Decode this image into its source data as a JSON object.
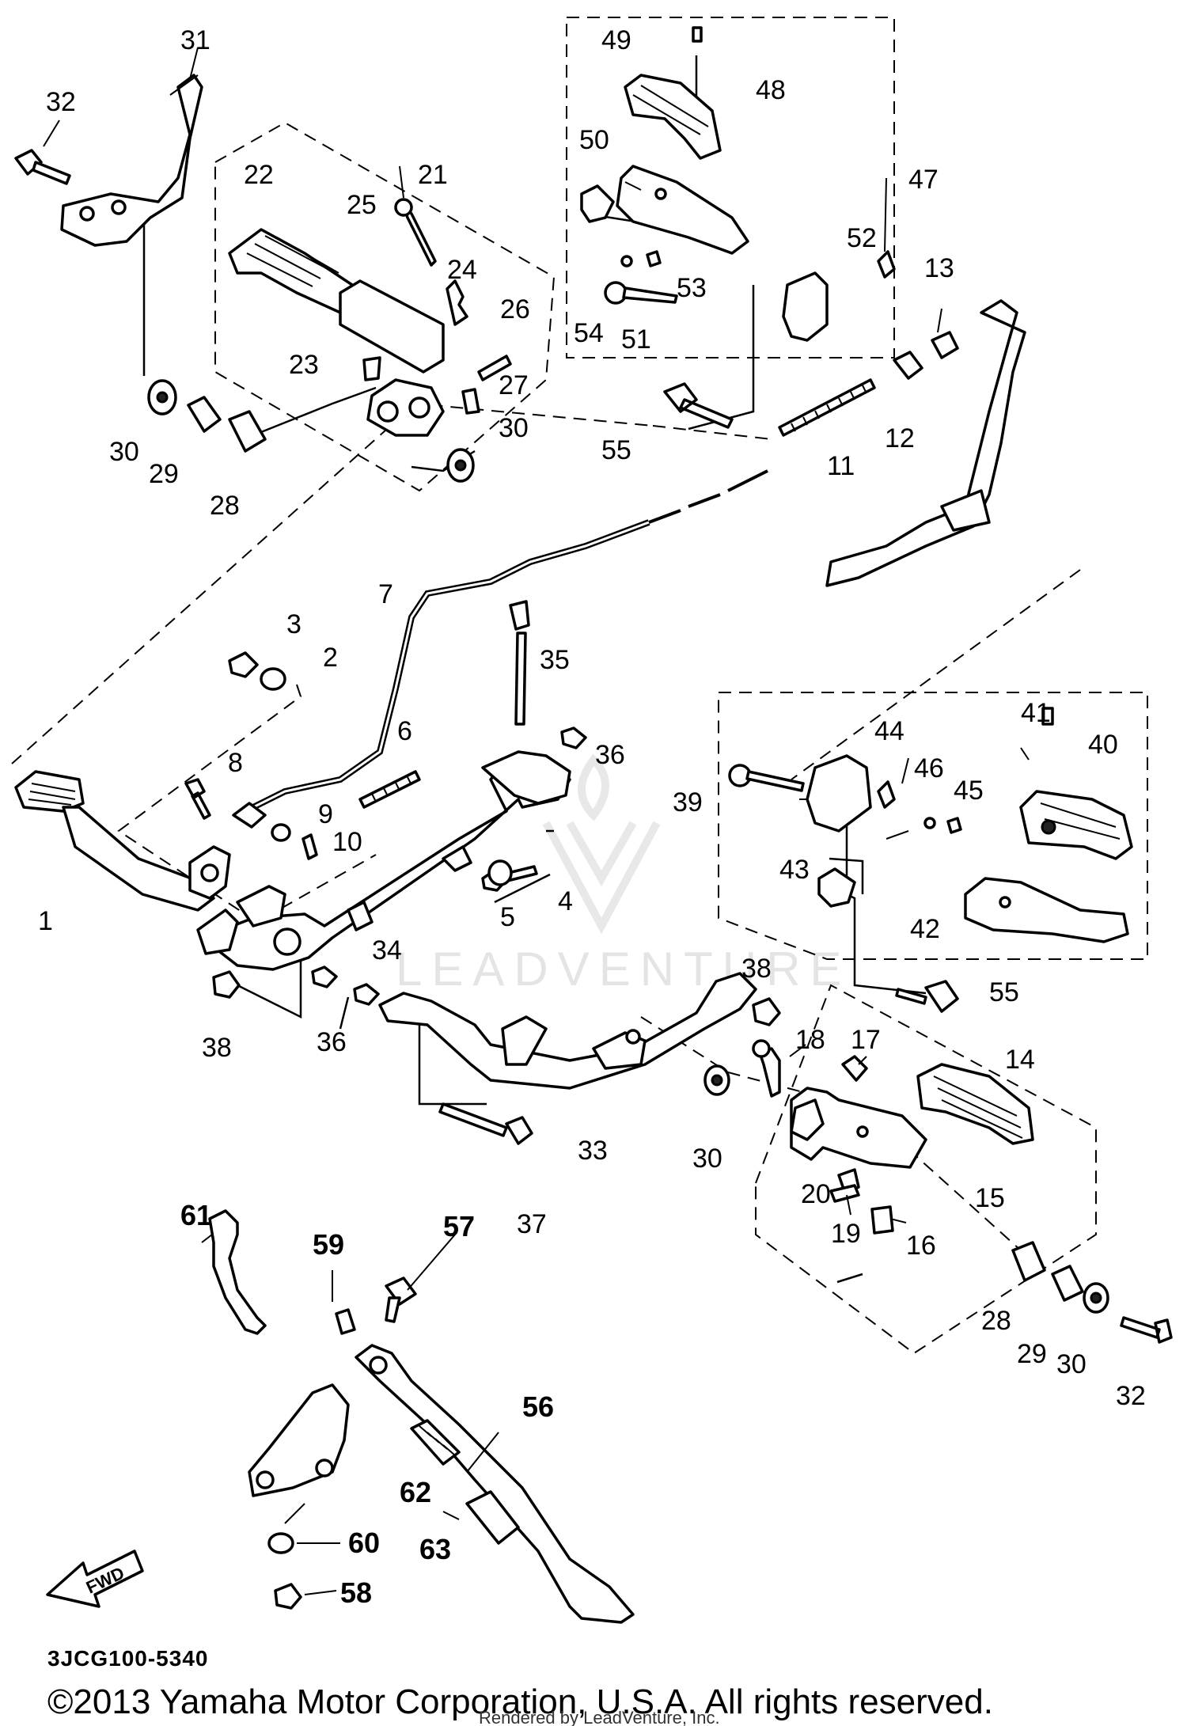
{
  "diagram_code": "3JCG100-5340",
  "copyright": "©2013 Yamaha Motor Corporation, U.S.A. All rights reserved.",
  "rendered_by": "Rendered by LeadVenture, Inc.",
  "watermark_text": "LEADVENTURE",
  "fwd_label": "FWD",
  "callouts": {
    "n1": "1",
    "n2": "2",
    "n3": "3",
    "n4": "4",
    "n5": "5",
    "n6": "6",
    "n7": "7",
    "n8": "8",
    "n9": "9",
    "n10": "10",
    "n11": "11",
    "n12": "12",
    "n13": "13",
    "n14": "14",
    "n15": "15",
    "n16": "16",
    "n17": "17",
    "n18": "18",
    "n19": "19",
    "n20": "20",
    "n21": "21",
    "n22": "22",
    "n23": "23",
    "n24": "24",
    "n25": "25",
    "n26": "26",
    "n27": "27",
    "n28": "28",
    "n29": "29",
    "n30": "30",
    "n31": "31",
    "n32": "32",
    "n33": "33",
    "n34": "34",
    "n35": "35",
    "n36": "36",
    "n37": "37",
    "n38": "38",
    "n39": "39",
    "n40": "40",
    "n41": "41",
    "n42": "42",
    "n43": "43",
    "n44": "44",
    "n45": "45",
    "n46": "46",
    "n47": "47",
    "n48": "48",
    "n49": "49",
    "n50": "50",
    "n51": "51",
    "n52": "52",
    "n53": "53",
    "n54": "54",
    "n55": "55",
    "n56": "56",
    "n57": "57",
    "n58": "58",
    "n59": "59",
    "n60": "60",
    "n61": "61",
    "n62": "62",
    "n63": "63"
  }
}
